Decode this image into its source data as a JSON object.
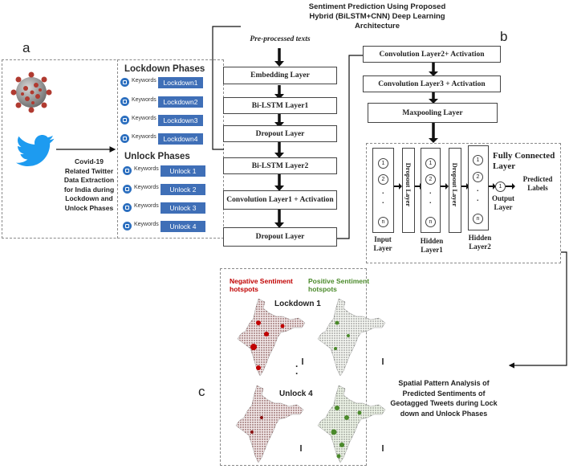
{
  "title_line1": "Sentiment Prediction Using Proposed",
  "title_line2": "Hybrid (BiLSTM+CNN) Deep Learning",
  "title_line3": "Architecture",
  "label_a": "a",
  "label_b": "b",
  "label_c": "c",
  "left_caption": [
    "Covid-19",
    "Related Twitter",
    "Data Extraction",
    "for India during",
    "Lockdown and",
    "Unlock Phases"
  ],
  "lockdown_title": "Lockdown Phases",
  "unlock_title": "Unlock Phases",
  "keyword_label": "Keywords",
  "lockdown_items": [
    "Lockdown1",
    "Lockdown2",
    "Lockdown3",
    "Lockdown4"
  ],
  "unlock_items": [
    "Unlock 1",
    "Unlock 2",
    "Unlock 3",
    "Unlock 4"
  ],
  "preprocessed": "Pre-processed texts",
  "layers_mid": [
    "Embedding Layer",
    "Bi-LSTM Layer1",
    "Dropout Layer",
    "Bi-LSTM Layer2",
    "Convolution Layer1 + Activation",
    "Dropout Layer"
  ],
  "layers_right": [
    "Convolution Layer2+ Activation",
    "Convolution Layer3 + Activation",
    "Maxpooling Layer"
  ],
  "fc_title_1": "Fully Connected",
  "fc_title_2": "Layer",
  "dropout_vertical": "Dropout Layer",
  "node_labels": [
    "1",
    "2",
    ".",
    ".",
    "n"
  ],
  "input_layer": [
    "Input",
    "Layer"
  ],
  "hidden1": [
    "Hidden",
    "Layer1"
  ],
  "hidden2": [
    "Hidden",
    "Layer2"
  ],
  "output_layer": [
    "Output",
    "Layer"
  ],
  "output_node": "1",
  "predicted": [
    "Predicted",
    "Labels"
  ],
  "neg_label": [
    "Negative Sentiment",
    "hotspots"
  ],
  "pos_label": [
    "Positive Sentiment",
    "hotspots"
  ],
  "map_title_top": "Lockdown 1",
  "map_title_bottom": "Unlock 4",
  "spatial_caption": [
    "Spatial Pattern Analysis of",
    "Predicted Sentiments of",
    "Geotagged Tweets during Lock",
    "down and Unlock Phases"
  ],
  "colors": {
    "keyword_blue": "#3f6fb7",
    "twitter_blue": "#1d9bf0",
    "negative": "#c00000",
    "positive": "#4a8a2a",
    "virus": "#b03a30"
  }
}
